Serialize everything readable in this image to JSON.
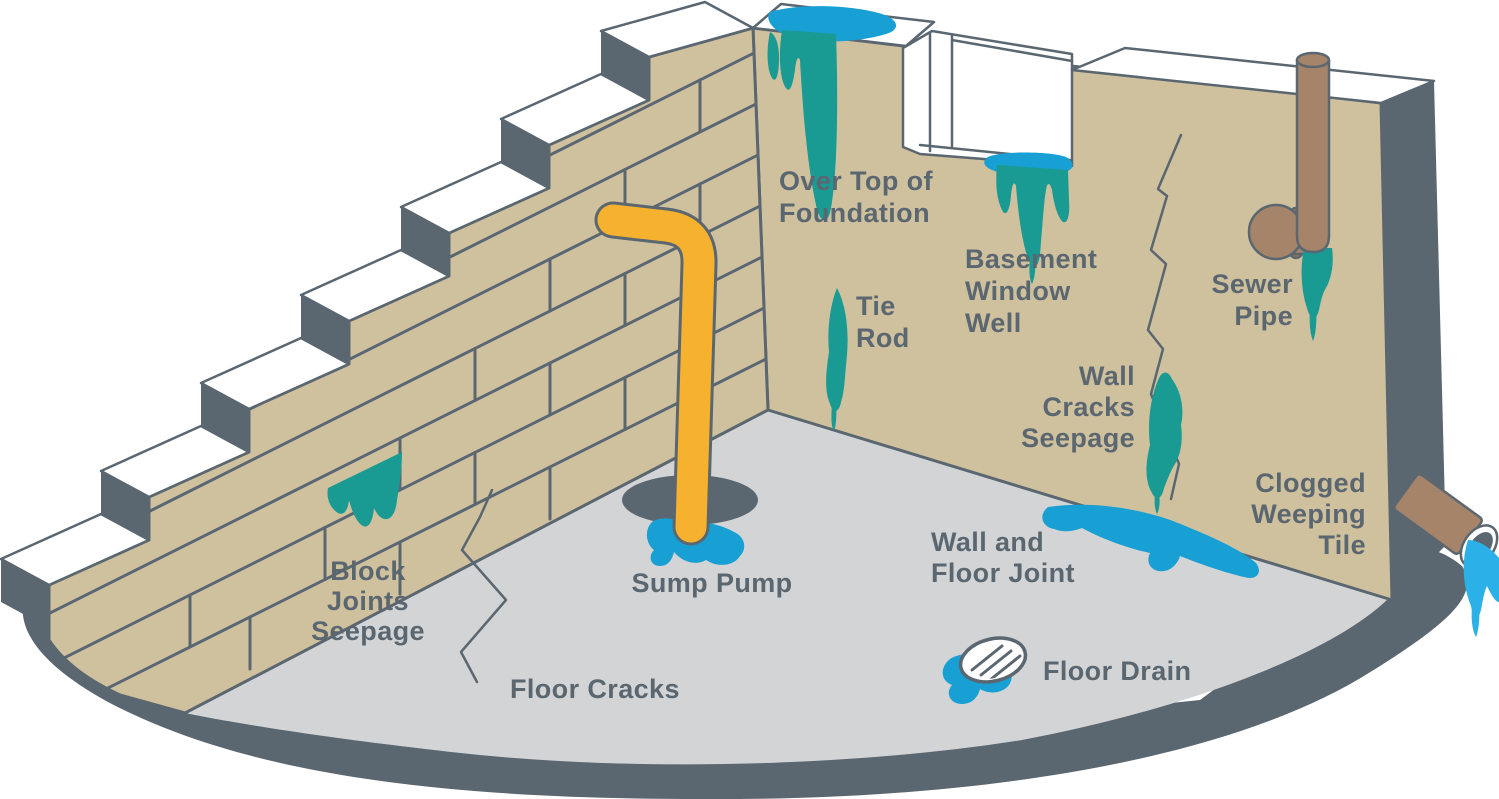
{
  "palette": {
    "wall_tan": "#cfc09e",
    "floor_gray": "#d3d4d6",
    "outline_slate": "#5b6770",
    "water_teal": "#199a92",
    "water_blue": "#189fd4",
    "water_blue_bright": "#2bb0e7",
    "pipe_yellow": "#f6b12f",
    "pipe_brown": "#a5846a",
    "background_white": "#ffffff"
  },
  "labels": {
    "over_top_of_foundation": {
      "lines": [
        "Over Top of",
        "Foundation"
      ]
    },
    "basement_window_well": {
      "lines": [
        "Basement",
        "Window",
        "Well"
      ]
    },
    "tie_rod": {
      "lines": [
        "Tie",
        "Rod"
      ]
    },
    "sewer_pipe": {
      "lines": [
        "Sewer",
        "Pipe"
      ]
    },
    "wall_cracks_seepage": {
      "lines": [
        "Wall",
        "Cracks",
        "Seepage"
      ]
    },
    "clogged_weeping_tile": {
      "lines": [
        "Clogged",
        "Weeping",
        "Tile"
      ]
    },
    "block_joints_seepage": {
      "lines": [
        "Block",
        "Joints",
        "Seepage"
      ]
    },
    "sump_pump": {
      "lines": [
        "Sump Pump"
      ]
    },
    "wall_and_floor_joint": {
      "lines": [
        "Wall and",
        "Floor Joint"
      ]
    },
    "floor_cracks": {
      "lines": [
        "Floor Cracks"
      ]
    },
    "floor_drain": {
      "lines": [
        "Floor Drain"
      ]
    }
  }
}
